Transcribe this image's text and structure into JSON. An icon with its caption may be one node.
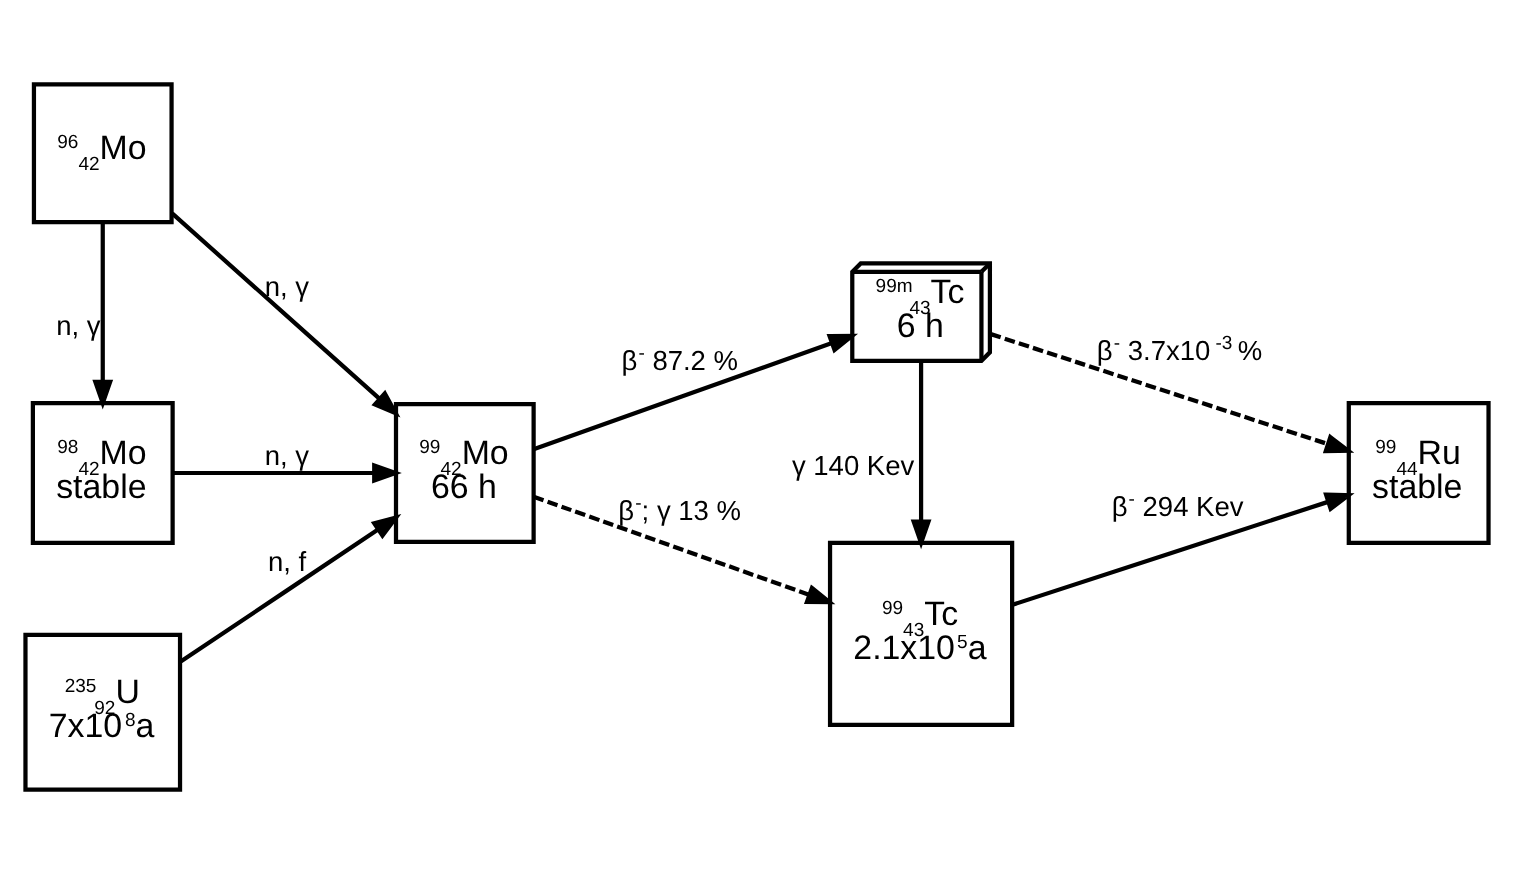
{
  "diagram": {
    "nodes": [
      {
        "text": [
          "$^{96}$$_{42}$Mo"
        ]
      },
      {
        "text": [
          "$^{98}$$_{42}$Mo",
          "stable"
        ]
      },
      {
        "text": [
          "$^{99}$$_{42}$Mo",
          "66 h"
        ]
      },
      {
        "text": [
          "$^{235}$$_{92}$U",
          "7x10$^{8}$a"
        ]
      },
      {
        "text": [
          "$^{99m}$$_{43}$Tc",
          "6 h"
        ]
      },
      {
        "text": [
          "$^{99}$$_{43}$Tc",
          "2.1x10$^{5}$a"
        ]
      },
      {
        "text": [
          "$^{99}$$_{44}$Ru",
          "stable"
        ]
      }
    ],
    "edges": [
      {
        "from": 0,
        "to": 1,
        "arrow": "to",
        "label": "n, γ"
      },
      {
        "from": 0,
        "to": 2,
        "arrow": "to",
        "label": "n, γ"
      },
      {
        "from": 1,
        "to": 2,
        "arrow": "to",
        "label": "n, γ"
      },
      {
        "from": 3,
        "to": 2,
        "arrow": "to",
        "label": "n, f"
      },
      {
        "from": 2,
        "to": 4,
        "arrow": "to",
        "label": "β$^{-}$ 87.2 %"
      },
      {
        "from": 2,
        "to": 5,
        "arrow": "to",
        "label": "β$^{-}$; γ 13 %",
        "style": "dashed"
      },
      {
        "from": 4,
        "to": 5,
        "arrow": "to",
        "label": "γ 140 Kev"
      },
      {
        "from": 4,
        "to": 6,
        "arrow": "to",
        "label": "β$^{-}$ 3.7x10$^{-3}$ %",
        "style": "dashed"
      },
      {
        "from": 5,
        "to": 6,
        "arrow": "to",
        "label": "β$^{-}$ 294 Kev"
      }
    ]
  }
}
